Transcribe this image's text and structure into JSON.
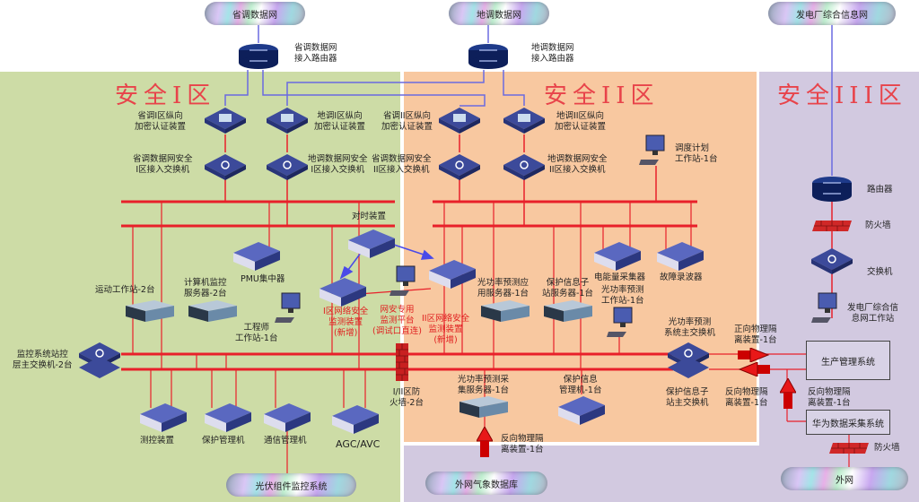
{
  "zones": {
    "zone1": "安全Ⅰ区",
    "zone2": "安全II区",
    "zone3": "安全III区"
  },
  "clouds": {
    "provincial_net": "省调数据网",
    "local_net": "地调数据网",
    "plant_info_net": "发电厂综合信息网",
    "pv_monitor": "光伏组件监控系统",
    "weather_db": "外网气象数据库",
    "external_net": "外网"
  },
  "routers": {
    "provincial_router": [
      "省调数据网",
      "接入路由器"
    ],
    "local_router": [
      "地调数据网",
      "接入路由器"
    ],
    "zone3_router": "路由器"
  },
  "zone1": {
    "prov_encrypt": [
      "省调I区纵向",
      "加密认证装置"
    ],
    "local_encrypt": [
      "地调I区纵向",
      "加密认证装置"
    ],
    "prov_switch": [
      "省调数据网安全",
      "I区接入交换机"
    ],
    "local_switch": [
      "地调数据网安全",
      "I区接入交换机"
    ],
    "telecontrol": "运动工作站-2台",
    "scada_server": [
      "计算机监控",
      "服务器-2台"
    ],
    "pmu": "PMU集中器",
    "engineer_ws": [
      "工程师",
      "工作站-1台"
    ],
    "main_switch": [
      "监控系统站控",
      "层主交换机-2台"
    ],
    "measure_ctrl": "测控装置",
    "protect_mgr": "保护管理机",
    "comm_mgr": "通信管理机",
    "agc_avc": "AGC/AVC",
    "time_sync": "对时装置",
    "net_sec_1": [
      "I区网络安全",
      "监测装置",
      "(新增)"
    ],
    "net_sec_platform": [
      "网安专用",
      "监测平台",
      "(调试口直连)"
    ],
    "firewall": [
      "I/II区防",
      "火墙-2台"
    ]
  },
  "zone2": {
    "prov_encrypt": [
      "省调II区纵向",
      "加密认证装置"
    ],
    "local_encrypt": [
      "地调II区纵向",
      "加密认证装置"
    ],
    "prov_switch": [
      "省调数据网安全",
      "II区接入交换机"
    ],
    "local_switch": [
      "地调数据网安全",
      "II区接入交换机"
    ],
    "dispatch_ws": [
      "调度计划",
      "工作站-1台"
    ],
    "net_sec_2": [
      "II区网络安全",
      "监测装置",
      "(新增)"
    ],
    "pv_forecast_app": [
      "光功率预测应",
      "用服务器-1台"
    ],
    "protect_info_server": [
      "保护信息子",
      "站服务器-1台"
    ],
    "energy_collector": "电能量采集器",
    "fault_recorder": "故障录波器",
    "pv_forecast_ws": [
      "光功率预测",
      "工作站-1台"
    ],
    "pv_forecast_switch": [
      "光功率预测",
      "系统主交换机"
    ],
    "protect_info_switch": [
      "保护信息子",
      "站主交换机"
    ],
    "pv_collect_server": [
      "光功率预测采",
      "集服务器-1台"
    ],
    "protect_info_mgr": [
      "保护信息",
      "管理机-1台"
    ],
    "forward_isolator": [
      "正向物理隔",
      "离装置-1台"
    ],
    "reverse_isolator": [
      "反向物理隔",
      "离装置-1台"
    ],
    "reverse_isolator_bottom": [
      "反向物理隔",
      "离装置-1台"
    ]
  },
  "zone3": {
    "firewall": "防火墙",
    "switch": "交换机",
    "plant_ws": [
      "发电厂综合信",
      "息网工作站"
    ],
    "production_mgmt": "生产管理系统",
    "reverse_isolator": [
      "反向物理隔",
      "离装置-1台"
    ],
    "huawei_collect": "华为数据采集系统",
    "firewall_bottom": "防火墙"
  },
  "colors": {
    "zone1_bg": "#cddca6",
    "zone2_bg": "#f8c8a0",
    "zone3_bg": "#d2c9e0",
    "bus_red": "#e8202a",
    "link_blue": "#6a6ae0",
    "title_red": "#e8434a"
  }
}
